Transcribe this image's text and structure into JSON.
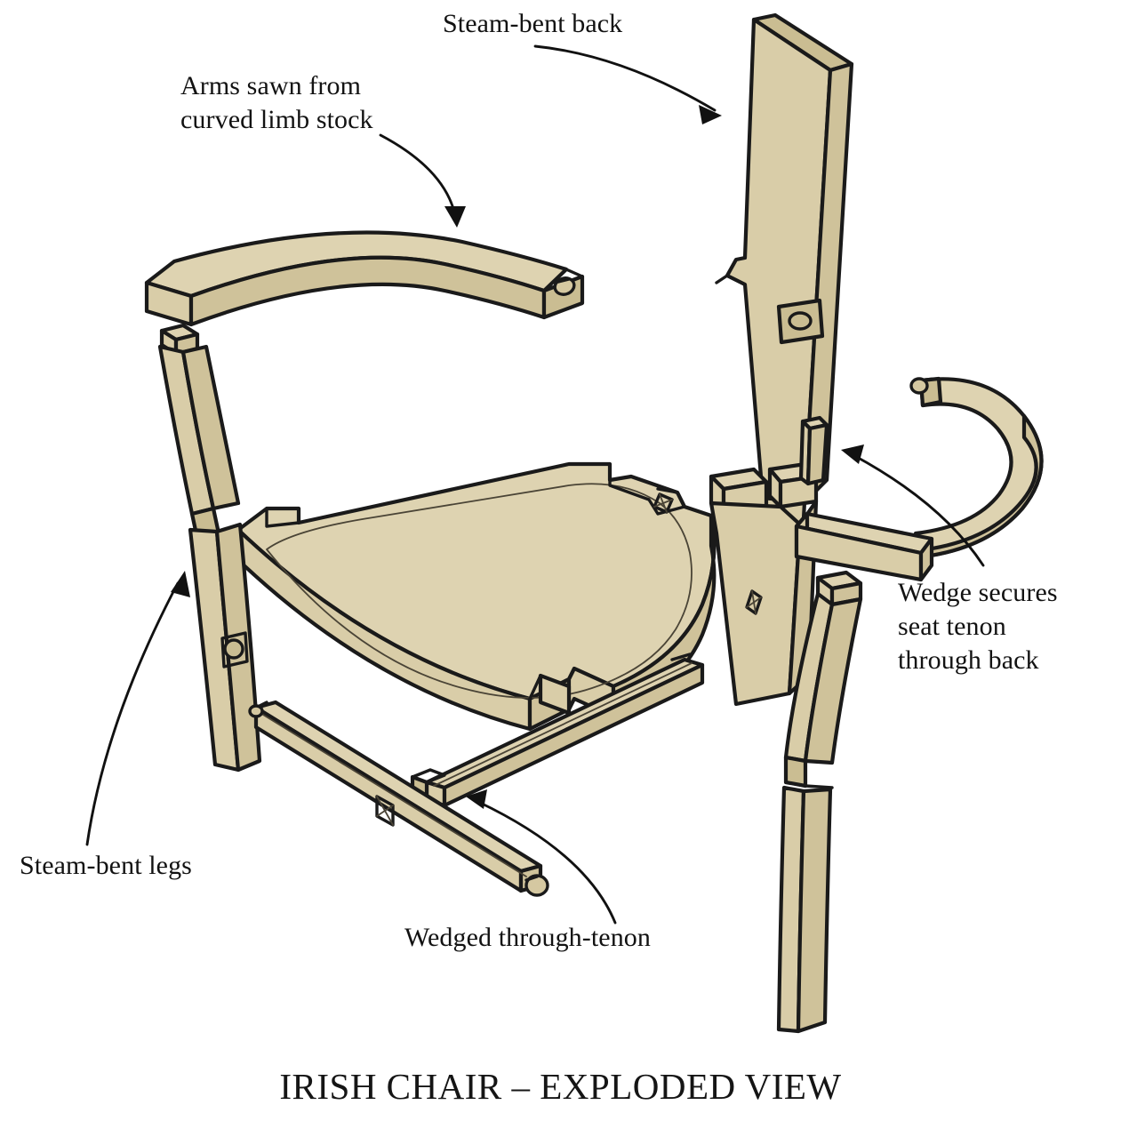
{
  "figure": {
    "title": "IRISH CHAIR – EXPLODED VIEW",
    "subject": "exploded isometric assembly drawing of an Irish vernacular armchair",
    "background_color": "#ffffff",
    "palette": {
      "wood_light": "#ded3b1",
      "wood_base": "#d9cda8",
      "wood_shade": "#cfc29a",
      "wood_end_grain": "#cabd92",
      "outline": "#1a1a1a",
      "text": "#121212",
      "leader_line": "#111111"
    }
  },
  "labels": [
    {
      "id": "steam-bent-back",
      "text": "Steam-bent back",
      "lines": [
        "Steam-bent back"
      ],
      "points_to": "back-plank"
    },
    {
      "id": "arms-sawn",
      "text": "Arms sawn from\ncurved limb stock",
      "lines": [
        "Arms sawn from",
        "curved limb stock"
      ],
      "points_to": "left-arm"
    },
    {
      "id": "wedge-secures",
      "text": "Wedge secures\nseat tenon\nthrough back",
      "lines": [
        "Wedge secures",
        "seat tenon",
        "through back"
      ],
      "points_to": "back-wedge"
    },
    {
      "id": "steam-bent-legs",
      "text": "Steam-bent legs",
      "lines": [
        "Steam-bent legs"
      ],
      "points_to": "left-front-leg"
    },
    {
      "id": "wedged-tenon",
      "text": "Wedged through-tenon",
      "lines": [
        "Wedged through-tenon"
      ],
      "points_to": "front-stretcher-tenon"
    }
  ],
  "components": [
    {
      "id": "back-plank",
      "name": "Steam-bent back plank",
      "features": [
        "tapered plank",
        "stepped shoulder",
        "peg hole",
        "twin base tenons",
        "diamond wedged mortise"
      ]
    },
    {
      "id": "back-wedge",
      "name": "Back wedge",
      "features": [
        "thin tapered wedge"
      ]
    },
    {
      "id": "left-arm",
      "name": "Left arm",
      "features": [
        "sawn curve",
        "round peg tenon at end"
      ]
    },
    {
      "id": "right-arm",
      "name": "Right arm",
      "features": [
        "deep C curve",
        "round peg tenon at tip"
      ]
    },
    {
      "id": "seat",
      "name": "Seat board",
      "features": [
        "shield shape",
        "corner notches",
        "scribed inner line",
        "rear tenon tab with diamond mortise"
      ]
    },
    {
      "id": "left-front-leg",
      "name": "Left front leg",
      "features": [
        "steam bent",
        "square tenon on top",
        "notch",
        "round mortise"
      ]
    },
    {
      "id": "right-rear-leg",
      "name": "Right rear leg",
      "features": [
        "steam bent",
        "square tenon on top",
        "notch"
      ]
    },
    {
      "id": "right-front-leg",
      "name": "Right front leg",
      "features": [
        "steam bent",
        "square tenon on top"
      ]
    },
    {
      "id": "front-stretcher",
      "name": "Front stretcher",
      "features": [
        "square mortise",
        "round through-tenon"
      ]
    },
    {
      "id": "side-stretcher",
      "name": "Side stretcher",
      "features": [
        "square tenon end"
      ]
    },
    {
      "id": "rear-rail",
      "name": "Rear rail",
      "features": [
        "straight rail"
      ]
    }
  ]
}
